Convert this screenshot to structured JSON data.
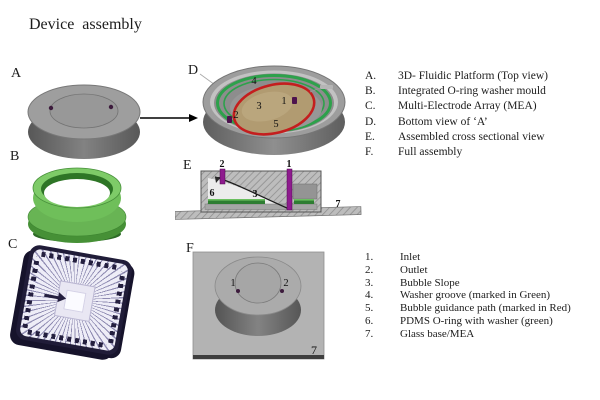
{
  "title": "Device assembly",
  "panel_labels": {
    "a": "A",
    "b": "B",
    "c": "C",
    "d": "D",
    "e": "E",
    "f": "F"
  },
  "figure_numbers": {
    "d": {
      "n1": "1",
      "n2": "2",
      "n3": "3",
      "n4": "4",
      "n5": "5"
    },
    "e": {
      "n1": "1",
      "n2": "2",
      "n3": "3",
      "n6": "6",
      "n7": "7"
    },
    "f": {
      "n1": "1",
      "n2": "2",
      "n7": "7"
    }
  },
  "legend_letters": [
    {
      "key": "A.",
      "text": "3D- Fluidic Platform (Top view)"
    },
    {
      "key": "B.",
      "text": "Integrated O-ring washer mould"
    },
    {
      "key": "C.",
      "text": "Multi-Electrode Array (MEA)"
    },
    {
      "key": "D.",
      "text": "Bottom view of ‘A’"
    },
    {
      "key": "E.",
      "text": "Assembled cross sectional view"
    },
    {
      "key": "F.",
      "text": "Full assembly"
    }
  ],
  "legend_numbers": [
    {
      "key": "1.",
      "text": "Inlet"
    },
    {
      "key": "2.",
      "text": "Outlet"
    },
    {
      "key": "3.",
      "text": "Bubble Slope"
    },
    {
      "key": "4.",
      "text": "Washer groove (marked in Green)"
    },
    {
      "key": "5.",
      "text": "Bubble guidance path (marked in Red)"
    },
    {
      "key": "6.",
      "text": "PDMS O-ring with washer (green)"
    },
    {
      "key": "7.",
      "text": "Glass base/MEA"
    }
  ],
  "colors": {
    "washer_green": "#2da14b",
    "guidance_red": "#c41e1e",
    "port_purple": "#8e1b8e",
    "slope_tan": "#b19b71",
    "platform_gray": "#9d9d9d",
    "chip_dark": "#201c38"
  }
}
